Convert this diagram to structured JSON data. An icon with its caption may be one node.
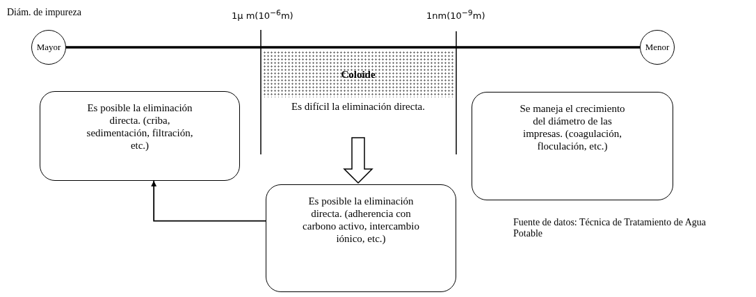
{
  "diagram": {
    "nodes": [
      {
        "text": [
          "Mayor"
        ]
      },
      {
        "text": [
          "Menor"
        ]
      },
      {
        "text": [
          "Coloide"
        ]
      },
      {
        "text": [
          "Es difícil la eliminación directa."
        ]
      },
      {
        "text": [
          "Es posible la eliminación directa. (criba, sedimentación, filtración, etc.)"
        ]
      },
      {
        "text": [
          "Se maneja el crecimiento del diámetro de las impresas. (coagulación, floculación, etc.)"
        ]
      },
      {
        "text": [
          "Es posible la eliminación directa. (adherencia con carbono activo, intercambio iónico, etc.)"
        ]
      }
    ],
    "edges": [
      {
        "from": 0,
        "to": 1,
        "arrow": "none",
        "style": "thick"
      },
      {
        "from": 3,
        "to": 6,
        "arrow": "to"
      },
      {
        "from": 6,
        "to": 4,
        "arrow": "to"
      }
    ],
    "labels": [
      "Diám. de impureza",
      "1μ m(10$^{−6}$m)",
      "1nm(10$^{−9}$m)",
      "Fuente de datos: Técnica de Tratamiento de Agua Potable"
    ]
  }
}
